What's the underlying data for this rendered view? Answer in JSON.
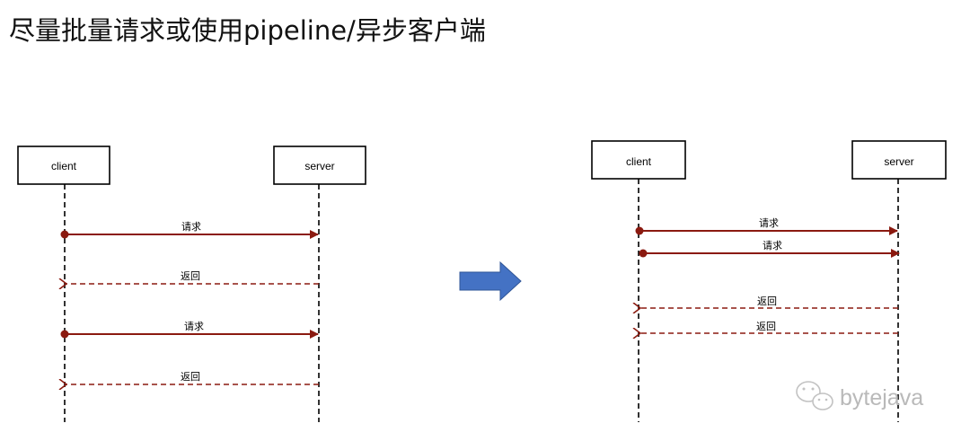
{
  "title": "尽量批量请求或使用pipeline/异步客户端",
  "left": {
    "client_label": "client",
    "server_label": "server",
    "messages": [
      {
        "type": "request",
        "label": "请求"
      },
      {
        "type": "return",
        "label": "返回"
      },
      {
        "type": "request",
        "label": "请求"
      },
      {
        "type": "return",
        "label": "返回"
      }
    ]
  },
  "right": {
    "client_label": "client",
    "server_label": "server",
    "messages": [
      {
        "type": "request",
        "label": "请求"
      },
      {
        "type": "request",
        "label": "请求"
      },
      {
        "type": "return",
        "label": "返回"
      },
      {
        "type": "return",
        "label": "返回"
      }
    ]
  },
  "arrow_color": "#4472c4",
  "message_color": "#8b1a10",
  "watermark": "bytejava"
}
